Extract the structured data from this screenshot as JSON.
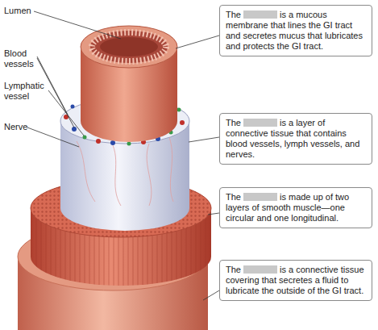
{
  "diagram": {
    "nodes": [
      {
        "text": [
          "The",
          "is a mucous membrane that lines the GI tract and secretes mucus that lubricates and protects the GI tract."
        ]
      },
      {
        "text": [
          "The",
          "is a layer of connective tissue that contains blood vessels, lymph vessels, and nerves."
        ]
      },
      {
        "text": [
          "The",
          "is made up of two layers of smooth muscle—one circular and one longitudinal."
        ]
      },
      {
        "text": [
          "The",
          "is a connective tissue covering that secretes a fluid to lubricate the outside of the GI tract."
        ]
      }
    ],
    "labels": [
      "Lumen",
      "Blood vessels",
      "Lymphatic vessel",
      "Nerve"
    ]
  }
}
